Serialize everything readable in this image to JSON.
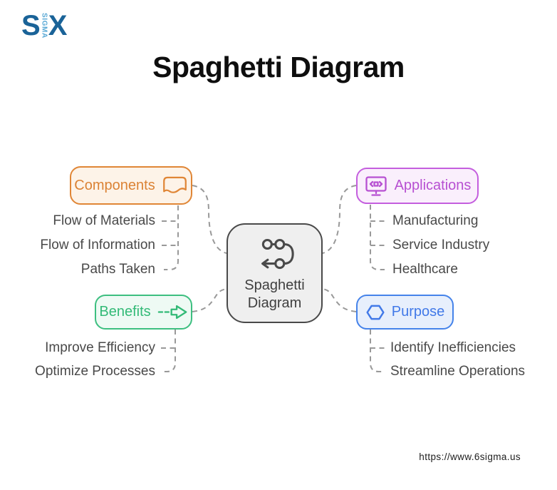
{
  "header": {
    "logo": {
      "s": "S",
      "sigma": "SIGMA",
      "x": "X"
    },
    "title": "Spaghetti Diagram"
  },
  "center_node": {
    "label": "Spaghetti Diagram",
    "icon": "route-icon"
  },
  "branches": [
    {
      "id": "components",
      "label": "Components",
      "icon": "callout-icon",
      "accent": "#e08636",
      "fill": "#fdf3e8",
      "items": [
        "Flow of Materials",
        "Flow of Information",
        "Paths Taken"
      ]
    },
    {
      "id": "applications",
      "label": "Applications",
      "icon": "monitor-code-icon",
      "accent": "#c45ede",
      "fill": "#faeffc",
      "items": [
        "Manufacturing",
        "Service Industry",
        "Healthcare"
      ]
    },
    {
      "id": "benefits",
      "label": "Benefits",
      "icon": "dashed-arrow-icon",
      "accent": "#3dbf80",
      "fill": "#eefaf4",
      "items": [
        "Improve Efficiency",
        "Optimize Processes"
      ]
    },
    {
      "id": "purpose",
      "label": "Purpose",
      "icon": "hexagon-icon",
      "accent": "#4583ea",
      "fill": "#e7effc",
      "items": [
        "Identify Inefficiencies",
        "Streamline Operations"
      ]
    }
  ],
  "footer": {
    "url": "https://www.6sigma.us"
  },
  "connector_color": "#999999"
}
